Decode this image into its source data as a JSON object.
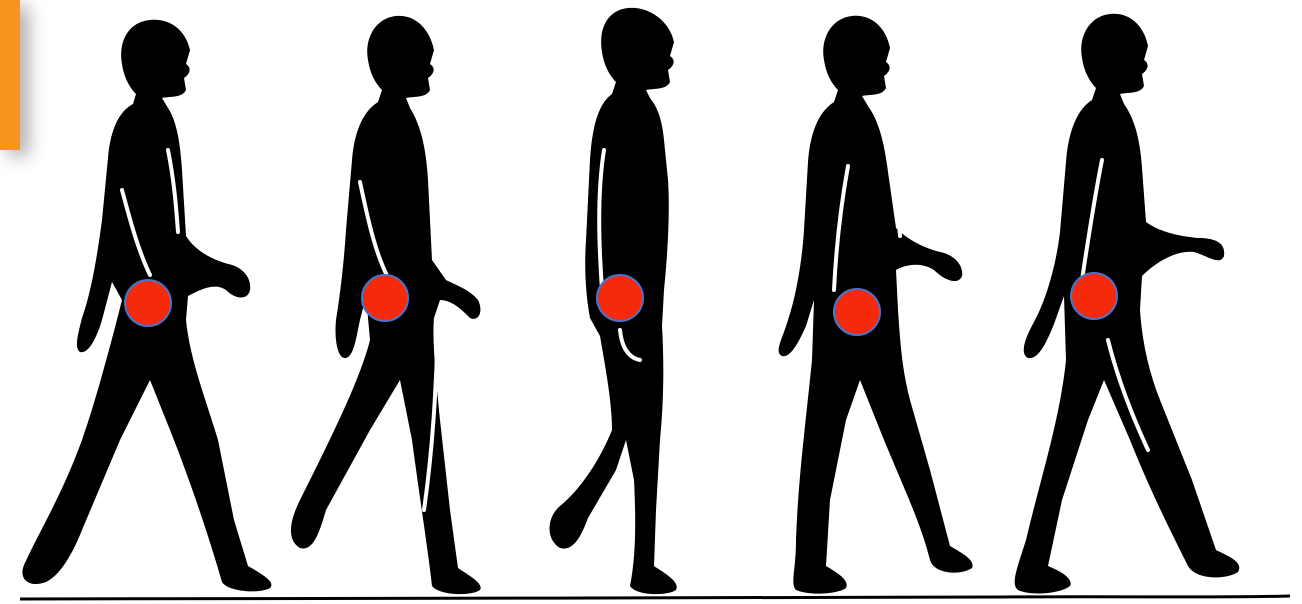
{
  "colors": {
    "background": "#ffffff",
    "silhouette": "#000000",
    "highlight": "#ffffff",
    "hip_marker_fill": "#f52a0a",
    "hip_marker_stroke": "#4a74c9",
    "corner_accent": "#f7941d",
    "ground": "#000000"
  },
  "figures": [
    {
      "phase": 1,
      "marker_icon": "hip-joint-marker"
    },
    {
      "phase": 2,
      "marker_icon": "hip-joint-marker"
    },
    {
      "phase": 3,
      "marker_icon": "hip-joint-marker"
    },
    {
      "phase": 4,
      "marker_icon": "hip-joint-marker"
    },
    {
      "phase": 5,
      "marker_icon": "hip-joint-marker"
    }
  ]
}
